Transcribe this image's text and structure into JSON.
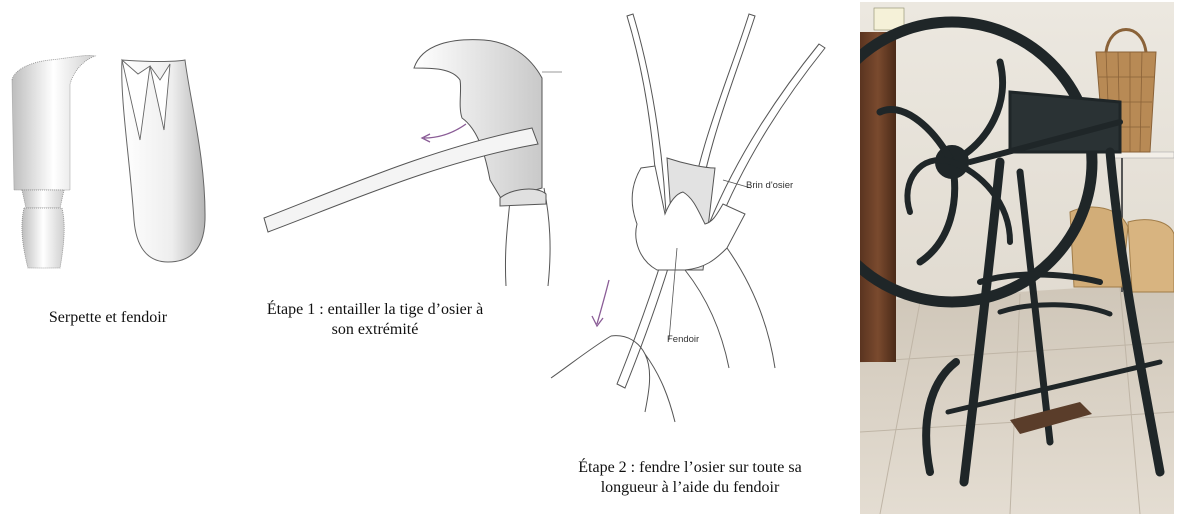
{
  "figure1": {
    "caption": "Serpette et fendoir"
  },
  "figure2": {
    "caption_line1": "Étape 1 : entailler la tige d’osier à",
    "caption_line2": "son extrémité"
  },
  "figure3": {
    "label_brin": "Brin d'osier",
    "label_fendoir": "Fendoir",
    "caption_line1": "Étape 2 : fendre l’osier sur toute sa",
    "caption_line2": "longueur à l’aide du fendoir"
  },
  "figure4": {}
}
